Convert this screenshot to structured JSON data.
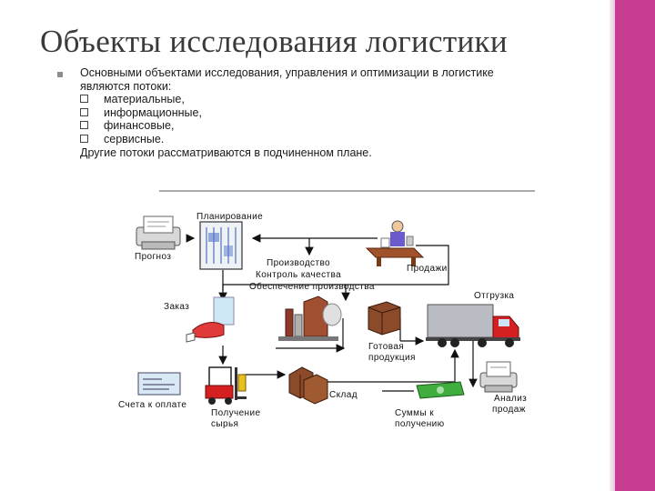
{
  "slide": {
    "title": "Объекты исследования логистики",
    "intro_line1": "Основными объектами исследования, управления и оптимизации в логистике",
    "intro_line2": "являются потоки:",
    "flows": [
      "материальные,",
      "информационные,",
      "финансовые,",
      "сервисные."
    ],
    "outro": "Другие потоки рассматриваются в подчиненном плане."
  },
  "diagram": {
    "labels": {
      "planning": "Планирование",
      "forecast": "Прогноз",
      "production": "Производство",
      "quality": "Контроль качества",
      "supply": "Обеспечение производства",
      "sales": "Продажи",
      "shipping": "Отгрузка",
      "order": "Заказ",
      "finished_1": "Готовая",
      "finished_2": "продукция",
      "warehouse": "Склад",
      "invoices": "Счета к оплате",
      "raw_1": "Получение",
      "raw_2": "сырья",
      "receivables_1": "Суммы к",
      "receivables_2": "получению",
      "analysis_1": "Анализ",
      "analysis_2": "продаж"
    }
  },
  "colors": {
    "accent_band": "#c83c92",
    "title_text": "#3a3a3a",
    "truck_cab": "#d42020",
    "money": "#3fae3f"
  }
}
